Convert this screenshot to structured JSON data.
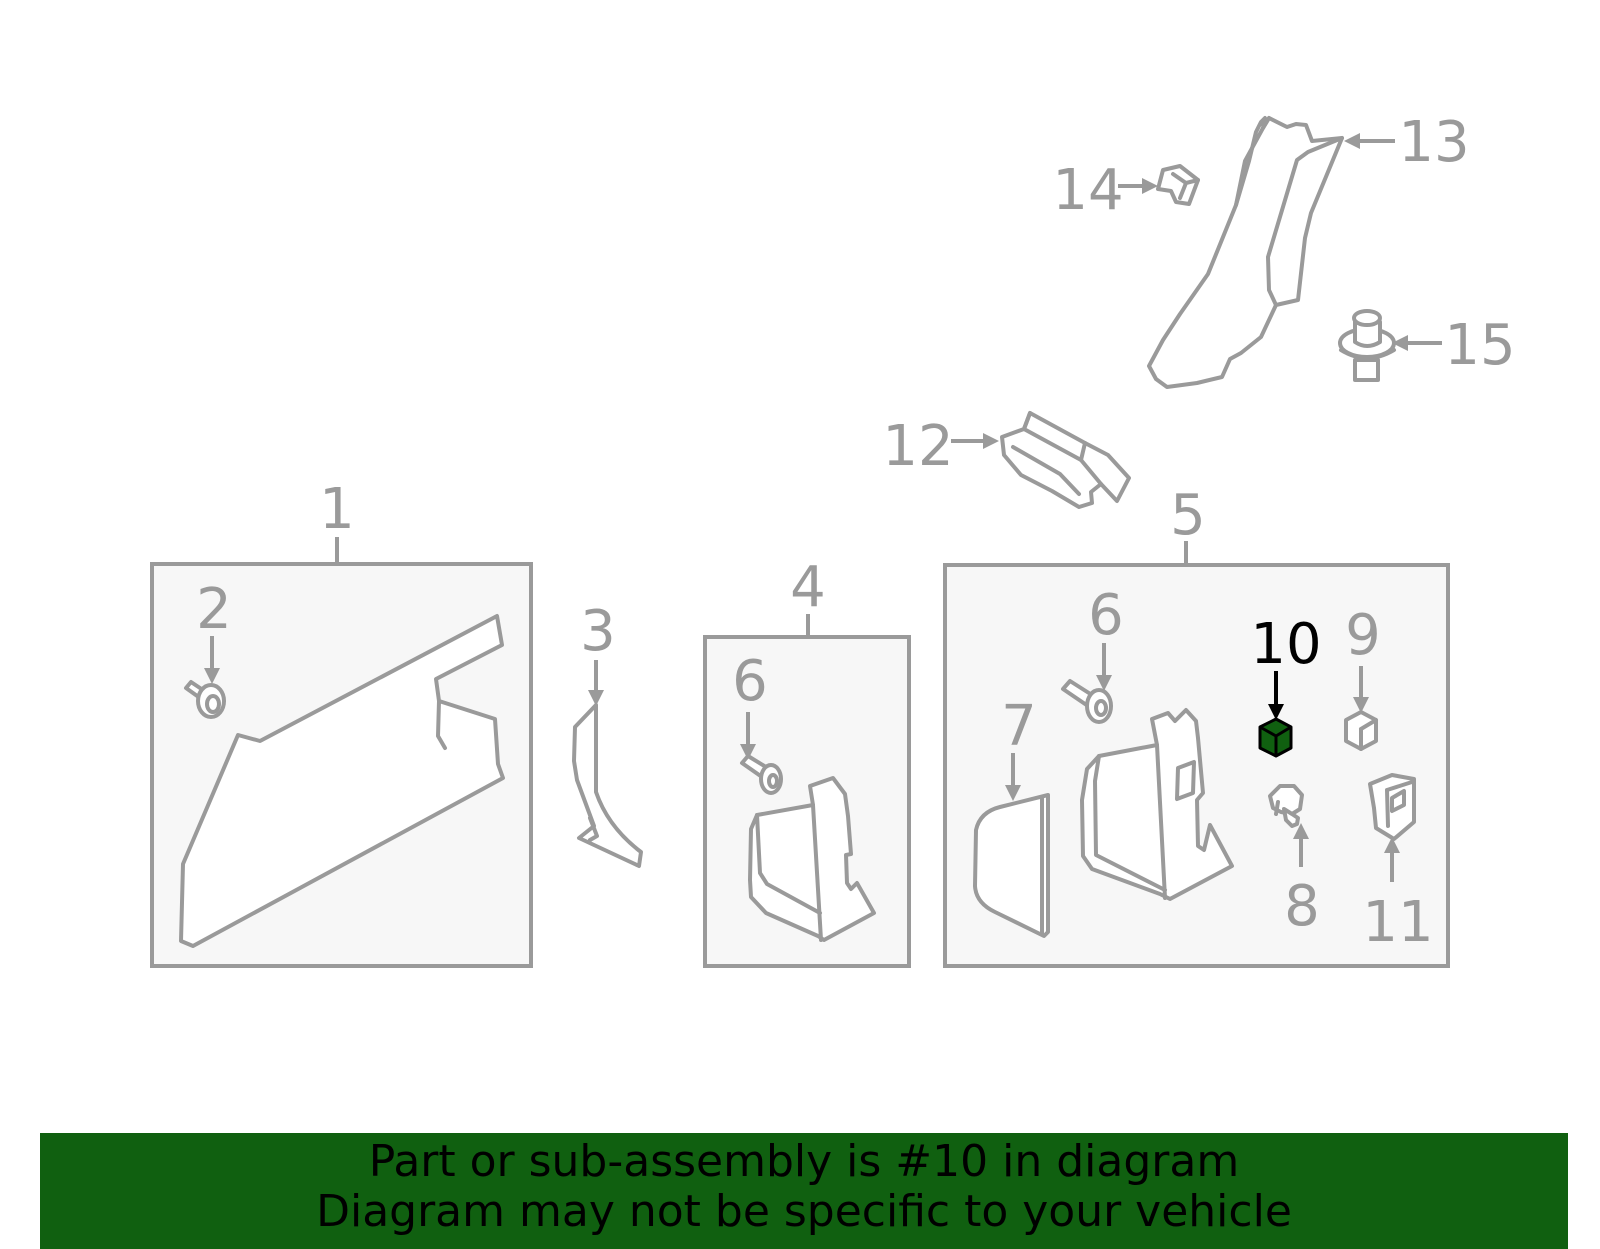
{
  "diagram": {
    "highlight_color": "#106010",
    "line_color": "#9a9a9a",
    "selected_part": "10",
    "callouts": {
      "c1": "1",
      "c2": "2",
      "c3": "3",
      "c4": "4",
      "c5": "5",
      "c6a": "6",
      "c6b": "6",
      "c7": "7",
      "c8": "8",
      "c9": "9",
      "c10": "10",
      "c11": "11",
      "c12": "12",
      "c13": "13",
      "c14": "14",
      "c15": "15"
    }
  },
  "banner": {
    "line1": "Part or sub-assembly is #10 in diagram",
    "line2": "Diagram may not be specific to your vehicle"
  }
}
